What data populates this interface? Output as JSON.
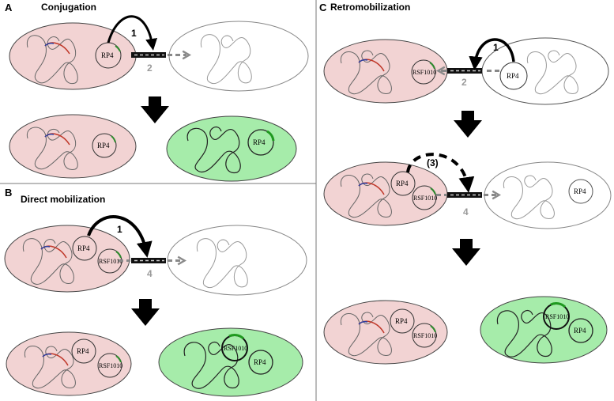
{
  "panels": {
    "a": {
      "letter": "A",
      "title": "Conjugation"
    },
    "b": {
      "letter": "B",
      "title": "Direct mobilization"
    },
    "c": {
      "letter": "C",
      "title": "Retromobilization"
    }
  },
  "plasmids": {
    "rp4": "RP4",
    "rsf1010": "RSF1010"
  },
  "steps": {
    "a_transfer": "1",
    "a_channel": "2",
    "b_transfer": "1",
    "b_channel": "4",
    "c_transfer": "1",
    "c_channel_in": "2",
    "c_back": "(3)",
    "c_channel_out": "4"
  },
  "colors": {
    "donor_cell": "#f2d3d3",
    "transconjugant_cell": "#a6ecaa",
    "recipient_cell": "#ffffff",
    "chromosome_red": "#c0392b",
    "chromosome_blue": "#2c3ea0",
    "plasmid_marker_green": "#2e8b2e",
    "channel_dash": "#888888",
    "step_grey": "#9a9a9a"
  }
}
